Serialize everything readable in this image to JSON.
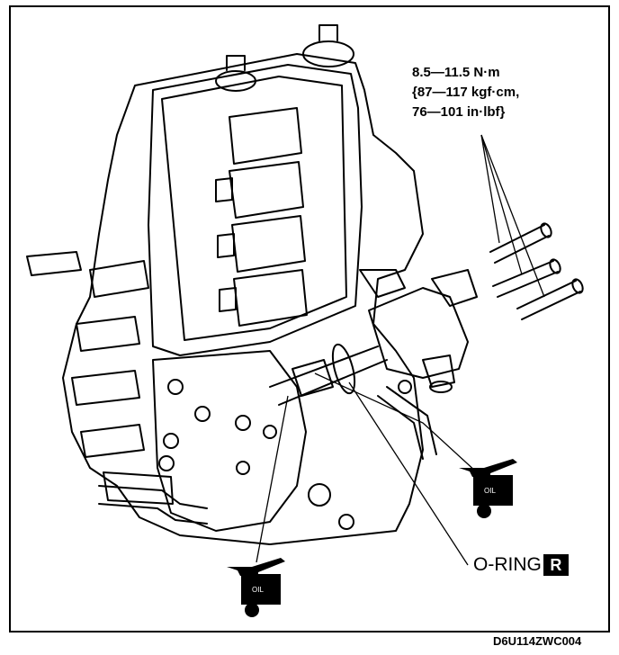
{
  "torque_spec": {
    "line1": "8.5—11.5 N·m",
    "line2": "{87—117 kgf·cm,",
    "line3": "76—101 in·lbf}"
  },
  "oring": {
    "label": "O-RING",
    "badge": "R"
  },
  "oil_label": "OIL",
  "figure_code": "D6U114ZWC004",
  "colors": {
    "line": "#000000",
    "background": "#ffffff"
  }
}
